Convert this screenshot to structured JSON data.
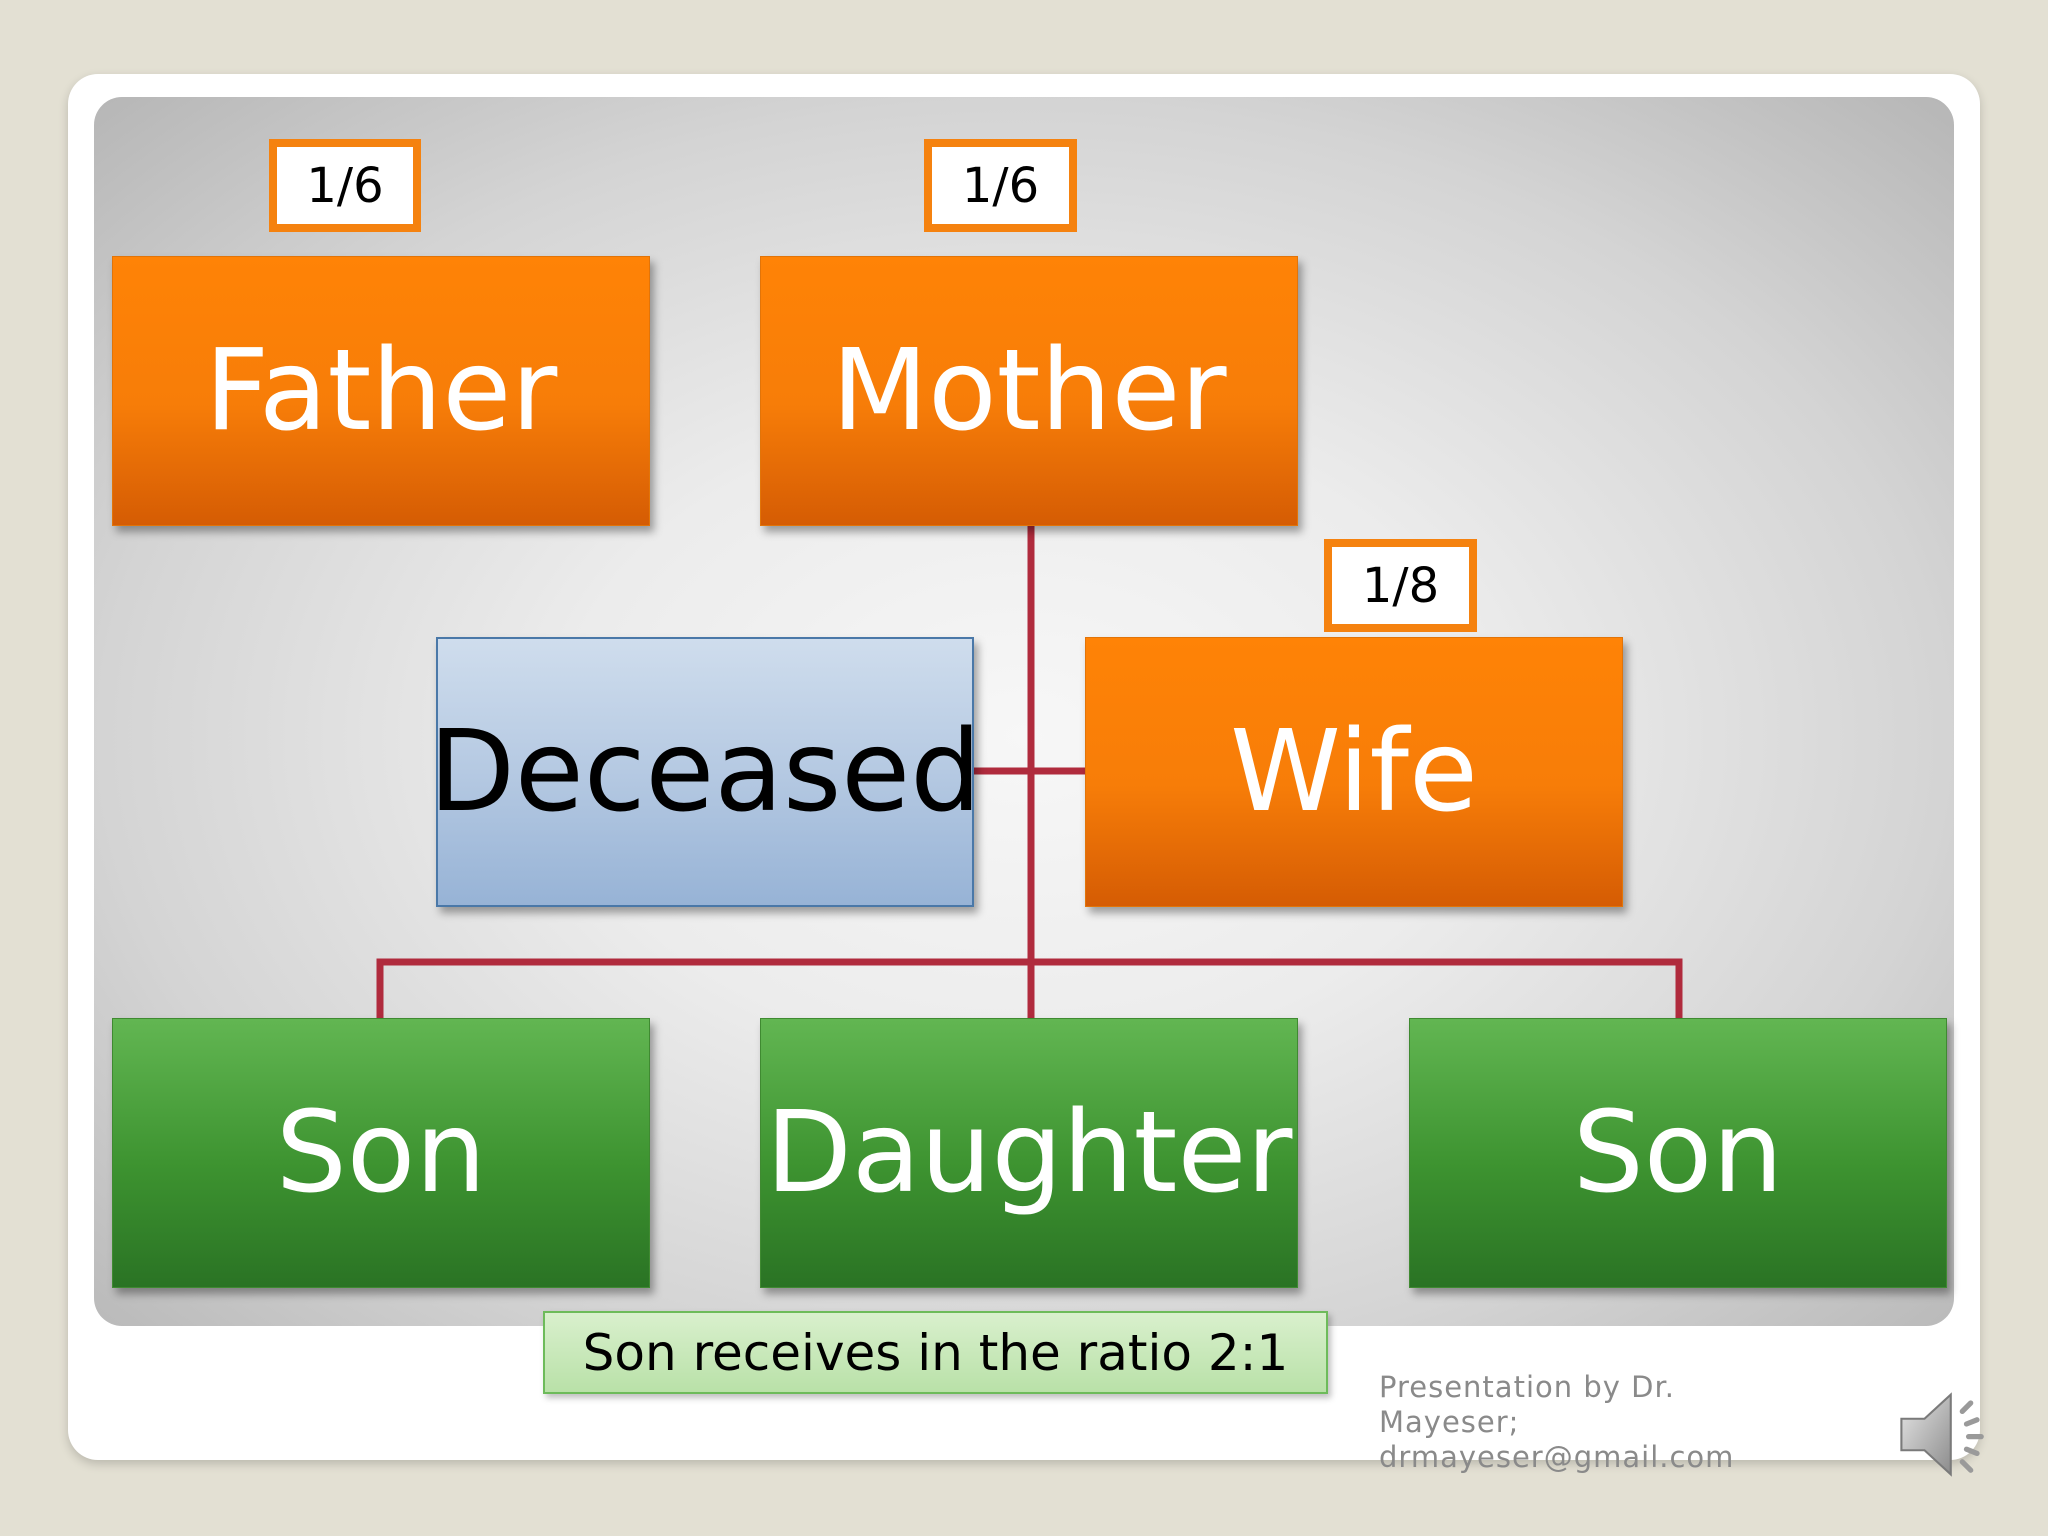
{
  "colors": {
    "heir_box": "#f77d08",
    "child_box": "#3d9330",
    "deceased_box": "#b5c9e2",
    "share_border": "#f5820f",
    "connector": "#b02b3d",
    "note_box": "#c6e7b6"
  },
  "nodes": {
    "father": {
      "label": "Father",
      "share": "1/6"
    },
    "mother": {
      "label": "Mother",
      "share": "1/6"
    },
    "deceased": {
      "label": "Deceased"
    },
    "wife": {
      "label": "Wife",
      "share": "1/8"
    },
    "son_left": {
      "label": "Son"
    },
    "daughter": {
      "label": "Daughter"
    },
    "son_right": {
      "label": "Son"
    }
  },
  "note": {
    "text": "Son receives in the ratio 2:1"
  },
  "credit": {
    "line1": "Presentation by Dr. Mayeser;",
    "line2": "drmayeser@gmail.com"
  },
  "icons": {
    "audio": "speaker-icon"
  }
}
